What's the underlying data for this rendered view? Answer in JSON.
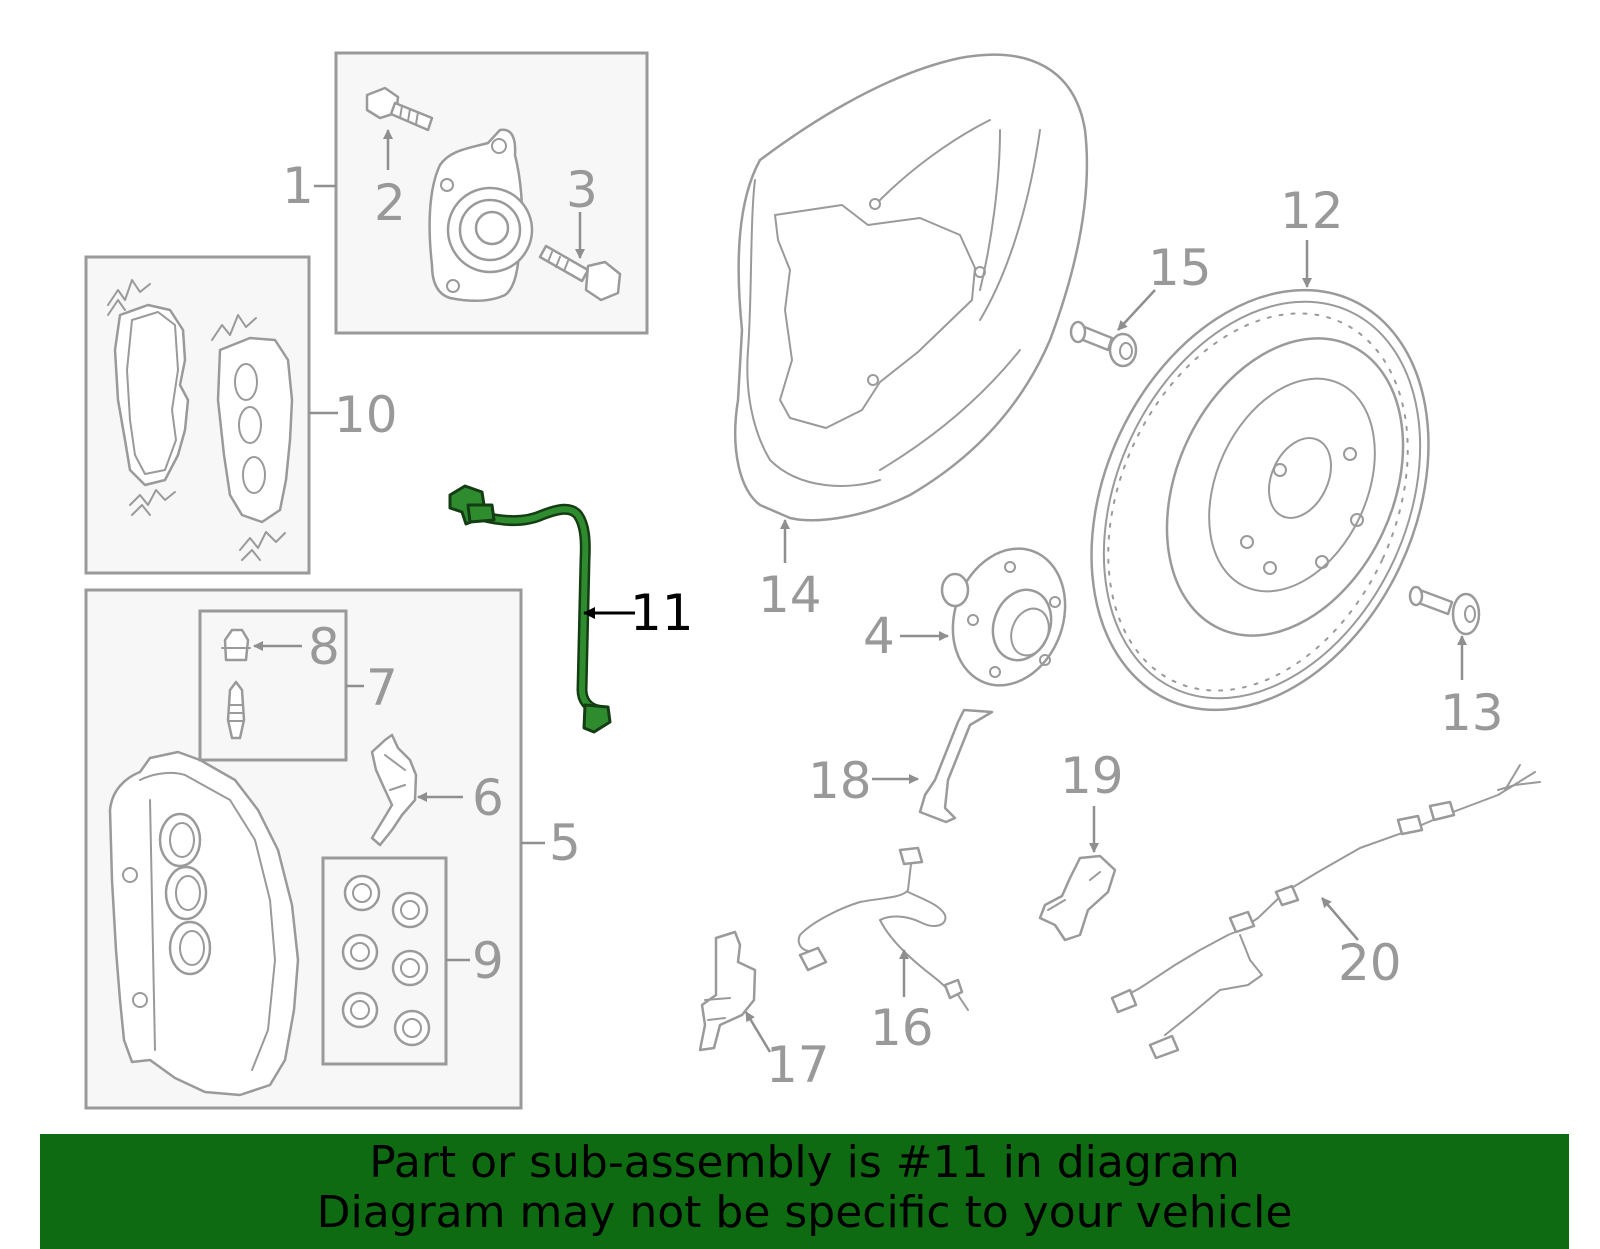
{
  "colors": {
    "highlight": "#2e8b2e",
    "banner_bg": "#0f6b12",
    "line": "#9a9a9a",
    "box_fill": "#f7f7f7"
  },
  "callouts": {
    "c1": "1",
    "c2": "2",
    "c3": "3",
    "c4": "4",
    "c5": "5",
    "c6": "6",
    "c7": "7",
    "c8": "8",
    "c9": "9",
    "c10": "10",
    "c11": "11",
    "c12": "12",
    "c13": "13",
    "c14": "14",
    "c15": "15",
    "c16": "16",
    "c17": "17",
    "c18": "18",
    "c19": "19",
    "c20": "20"
  },
  "highlighted_part": "11",
  "banner": {
    "line1": "Part or sub-assembly is #11 in diagram",
    "line2": "Diagram may not be specific to your vehicle"
  }
}
